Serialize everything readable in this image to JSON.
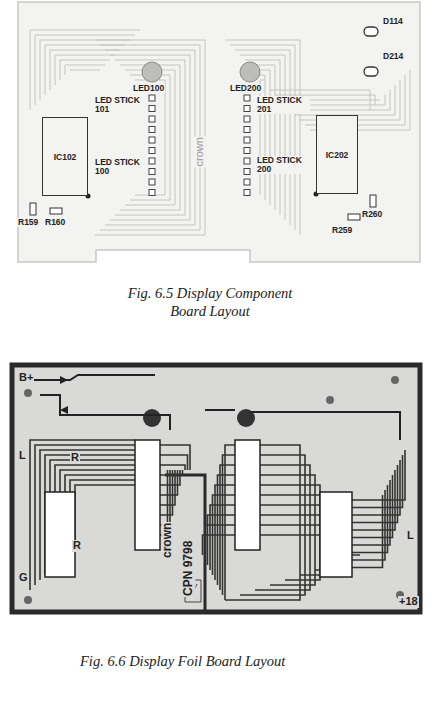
{
  "diagram": {
    "nodes": [
      {
        "text": [
          "IC102"
        ]
      },
      {
        "text": [
          "IC202"
        ]
      }
    ],
    "labels": [
      "D114",
      "D214",
      "LED100",
      "LED200",
      "LED STICK 101",
      "LED STICK 100",
      "LED STICK 201",
      "LED STICK 200",
      "R159",
      "R160",
      "R260",
      "R259",
      "crown",
      "Fig. 6.5 Display Component Board Layout",
      "B+",
      "L",
      "R",
      "G",
      "R",
      "L",
      "+18",
      "crown",
      "CPN 9798",
      "Fig. 6.6 Display Foil Board Layout"
    ]
  }
}
